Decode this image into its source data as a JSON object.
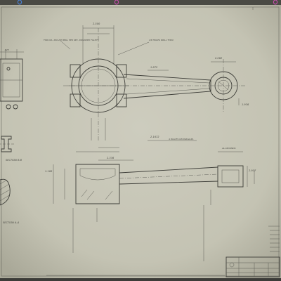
{
  "drawing": {
    "paper_color": "#c9c8ba",
    "line_color": "#3d3d38",
    "pin_colors": {
      "left": "#4a7fd1",
      "middle": "#c14fa8",
      "right": "#c14fa8"
    },
    "section_label": "SECTION B-B",
    "section_label_2": "SECTION A-A",
    "dimension_labels": [
      "2.500",
      "1.872",
      "2.062",
      "1.936",
      "2.336",
      "1.188",
      "2.1672",
      "2.937"
    ],
    "notes": {
      "top_left_note": "FOR DIA. 200-205 BRG. PER SEC. ROUNDED FILLETS",
      "top_mid_note": "1/8 HOLES DRILL THRU",
      "mid_note": "4 PLACES ON PARALLEL",
      "right_note": "ALL ROUNDS"
    }
  }
}
